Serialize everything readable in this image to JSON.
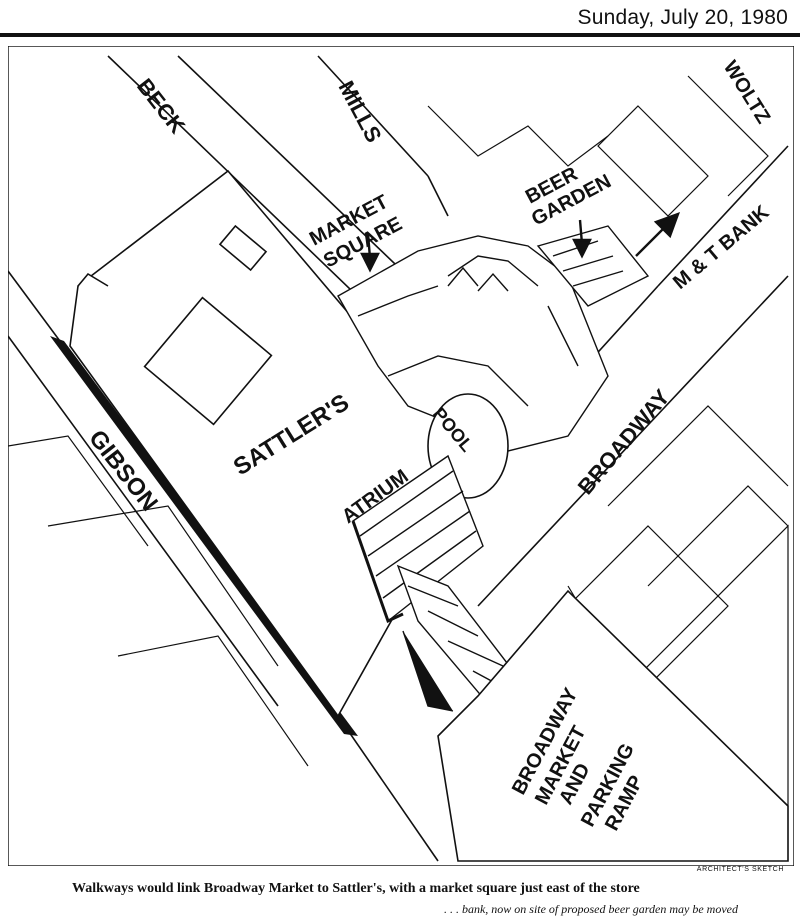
{
  "header": {
    "dateline": "Sunday, July 20, 1980"
  },
  "labels": {
    "beck": "BECK",
    "mills": "MILLS",
    "woltz": "WOLTZ",
    "market": "MARKET",
    "square": "SQUARE",
    "beer": "BEER",
    "garden": "GARDEN",
    "mt_bank": "M & T BANK",
    "sattlers": "SATTLER'S",
    "pool": "POOL",
    "gibson": "GIBSON",
    "broadway": "BROADWAY",
    "atrium": "ATRIUM",
    "bm_line1": "BROADWAY",
    "bm_line2": "MARKET",
    "bm_line3": "AND",
    "bm_line4": "PARKING",
    "bm_line5": "RAMP"
  },
  "credit": "ARCHITECT'S SKETCH",
  "caption": "Walkways would link Broadway Market to Sattler's, with a market square just east of the store",
  "subcaption": ". . . bank, now on site of proposed beer garden may be moved"
}
